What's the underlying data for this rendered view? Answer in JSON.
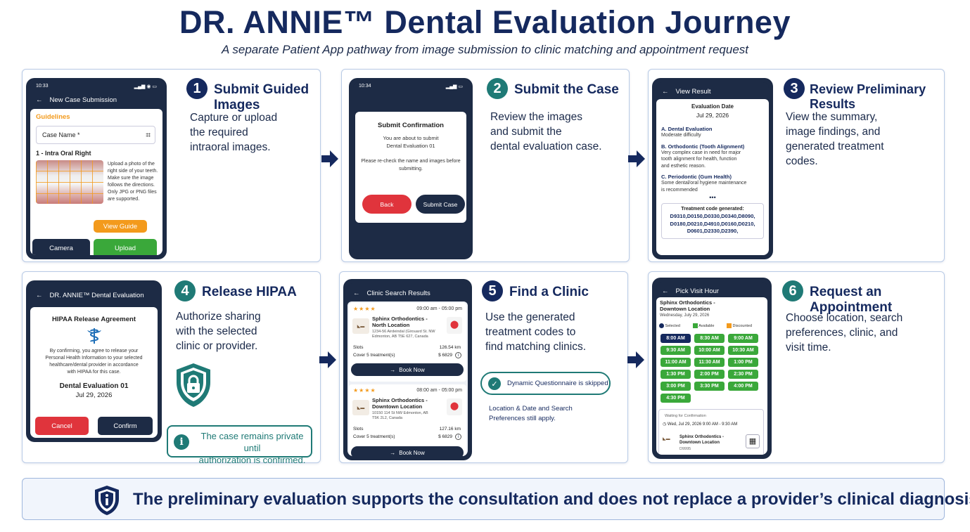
{
  "header": {
    "title": "DR. ANNIE™ Dental Evaluation Journey",
    "subtitle": "A separate Patient App pathway from image submission to clinic matching and appointment request"
  },
  "colors": {
    "navy": "#15295e",
    "teal": "#1f7a76",
    "green": "#3aa83a",
    "red": "#e0343c",
    "orange": "#f39a1c"
  },
  "steps": [
    {
      "num": "1",
      "title": "Submit Guided Images",
      "desc": [
        "Capture or upload",
        "the required",
        "intraoral images."
      ],
      "phone": {
        "time": "10:33",
        "appbar": "New Case Submission",
        "section": "Guidelines",
        "case_placeholder": "Case Name *",
        "image_label": "1 - Intra Oral Right",
        "instructions": "Upload a photo of the right side of your teeth. Make sure the image follows the directions. Only JPG or PNG files are supported.",
        "guide_btn": "View Guide",
        "camera_btn": "Camera",
        "upload_btn": "Upload"
      }
    },
    {
      "num": "2",
      "title": "Submit the Case",
      "desc": [
        "Review the images",
        "and submit the",
        "dental evaluation case."
      ],
      "phone": {
        "time": "10:34",
        "dialog_title": "Submit Confirmation",
        "dialog_text1": "You are about to submit",
        "dialog_text2": "Dental Evaluation 01",
        "dialog_text3": "Please re-check the name and images before",
        "dialog_text4": "submitting.",
        "back_btn": "Back",
        "submit_btn": "Submit Case"
      }
    },
    {
      "num": "3",
      "title": "Review Preliminary Results",
      "desc": [
        "View the summary,",
        "image findings, and",
        "generated treatment",
        "codes."
      ],
      "phone": {
        "appbar": "View Result",
        "date_label": "Evaluation Date",
        "date": "Jul 29, 2026",
        "a_title": "A. Dental Evaluation",
        "a_text": "Moderate difficulty",
        "b_title": "B. Orthodontic (Tooth Alignment)",
        "b_text": [
          "Very complex case in need for major",
          "tooth alignment for health, function",
          "and esthetic reason."
        ],
        "c_title": "C. Periodontic (Gum Health)",
        "c_text": [
          "Some dental/oral hygiene maintenance",
          "is recommended"
        ],
        "dots": "•••",
        "codes_title": "Treatment code generated:",
        "codes": [
          "D9310,D0150,D0330,D0340,D8090,",
          "D0180,D0210,D4910,D0160,D0210,",
          "D0601,D2330,D2390,"
        ]
      }
    },
    {
      "num": "4",
      "title": "Release HIPAA",
      "desc": [
        "Authorize sharing",
        "with the selected",
        "clinic or provider."
      ],
      "note": [
        "The case remains private until",
        "authorization is confirmed."
      ],
      "phone": {
        "appbar": "DR. ANNIE™ Dental Evaluation",
        "agreement_title": "HIPAA Release Agreement",
        "agreement_text": [
          "By confirming, you agree to release your",
          "Personal Health Information to your selected",
          "healthcare/dental provider in accordance",
          "with HIPAA for this case."
        ],
        "case_name": "Dental Evaluation 01",
        "case_date": "Jul 29, 2026",
        "cancel_btn": "Cancel",
        "confirm_btn": "Confirm"
      }
    },
    {
      "num": "5",
      "title": "Find a Clinic",
      "desc": [
        "Use the generated",
        "treatment codes to",
        "find matching clinics."
      ],
      "badge": "Dynamic Questionnaire is skipped",
      "note": [
        "Location & Date and Search",
        "Preferences still apply."
      ],
      "phone": {
        "appbar": "Clinic Search Results",
        "clinics": [
          {
            "stars": "★★★★",
            "hours": "09:00 am - 05:00 pm",
            "name1": "Sphinx Orthodontics -",
            "name2": "North Location",
            "addr": [
              "1234-56 Airdeindal (Girouard St. NW",
              "Edmonton, AB T5E 627, Canada"
            ],
            "slots": "Slots",
            "dist": "126.54 km",
            "cover": "Cover 5 treatment(s)",
            "price": "$ 6829",
            "btn": "Book Now"
          },
          {
            "stars": "★★★★",
            "hours": "08:00 am - 05:00 pm",
            "name1": "Sphinx Orthodontics -",
            "name2": "Downtown Location",
            "addr": [
              "10150 114 St NW Edmonton, AB",
              "T5K 2L2, Canada"
            ],
            "slots": "Slots",
            "dist": "127.16 km",
            "cover": "Cover 5 treatment(s)",
            "price": "$ 6829",
            "btn": "Book Now"
          }
        ]
      }
    },
    {
      "num": "6",
      "title": "Request an Appointment",
      "desc": [
        "Choose location, search",
        "preferences, clinic, and",
        "visit time."
      ],
      "phone": {
        "appbar": "Pick Visit Hour",
        "clinic1": "Sphinx Orthodontics -",
        "clinic2": "Downtown Location",
        "date": "Wednesday, July 29, 2026",
        "legend": [
          "Selected",
          "Available",
          "Discounted"
        ],
        "slots": [
          "8:00 AM",
          "8:30 AM",
          "9:00 AM",
          "9:30 AM",
          "10:00 AM",
          "10:30 AM",
          "11:00 AM",
          "11:30 AM",
          "1:00 PM",
          "1:30 PM",
          "2:00 PM",
          "2:30 PM",
          "3:00 PM",
          "3:30 PM",
          "4:00 PM",
          "4:30 PM"
        ],
        "waiting": "Waiting for Confirmation",
        "waiting_time": "Wed, Jul 29, 2026 9:00 AM - 9:30 AM",
        "w_clinic1": "Sphinx Orthodontics -",
        "w_clinic2": "Downtown Location",
        "w_code": "D9995"
      }
    }
  ],
  "footer": "The preliminary evaluation supports the consultation and does not replace a provider’s clinical diagnosis."
}
